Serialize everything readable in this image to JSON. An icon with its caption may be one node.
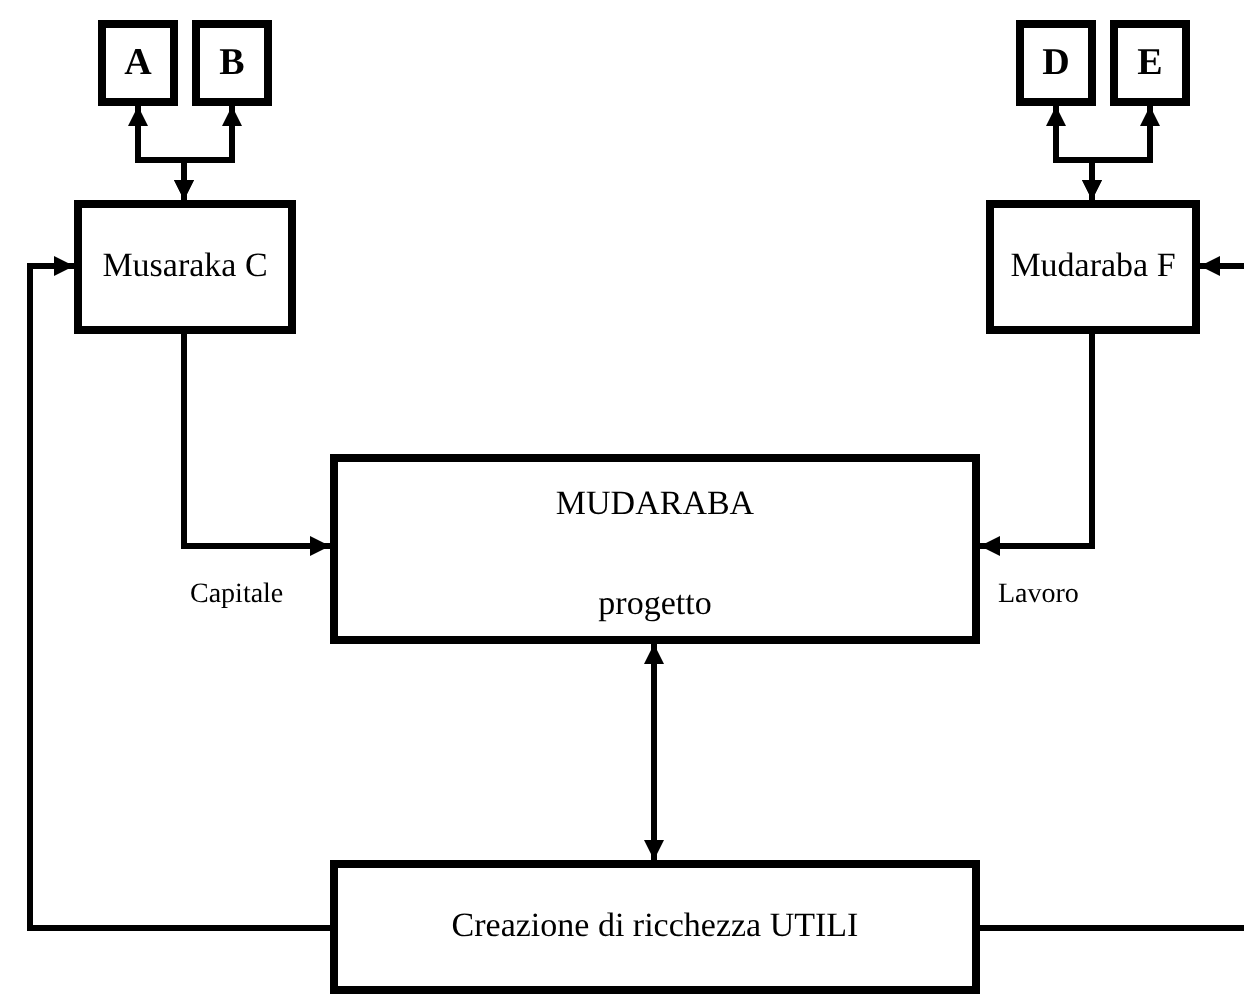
{
  "diagram": {
    "nodes": [
      {
        "text": [
          "A"
        ]
      },
      {
        "text": [
          "B"
        ]
      },
      {
        "text": [
          "Musaraka C"
        ]
      },
      {
        "text": [
          "D"
        ]
      },
      {
        "text": [
          "E"
        ]
      },
      {
        "text": [
          "Mudaraba F"
        ]
      },
      {
        "text": [
          "MUDARABA",
          "progetto"
        ]
      },
      {
        "text": [
          "Creazione di ricchezza UTILI"
        ]
      }
    ],
    "edges": [
      {
        "from": 2,
        "to": 0,
        "arrow": "both"
      },
      {
        "from": 2,
        "to": 1,
        "arrow": "both"
      },
      {
        "from": 5,
        "to": 3,
        "arrow": "both"
      },
      {
        "from": 5,
        "to": 4,
        "arrow": "both"
      },
      {
        "from": 2,
        "to": 6,
        "arrow": "to",
        "label": "Capitale"
      },
      {
        "from": 5,
        "to": 6,
        "arrow": "to",
        "label": "Lavoro"
      },
      {
        "from": 6,
        "to": 7,
        "arrow": "both"
      },
      {
        "from": 7,
        "to": 2,
        "arrow": "to"
      },
      {
        "from": 7,
        "to": null,
        "arrow": "none"
      },
      {
        "from": null,
        "to": 5,
        "arrow": "to"
      }
    ]
  }
}
